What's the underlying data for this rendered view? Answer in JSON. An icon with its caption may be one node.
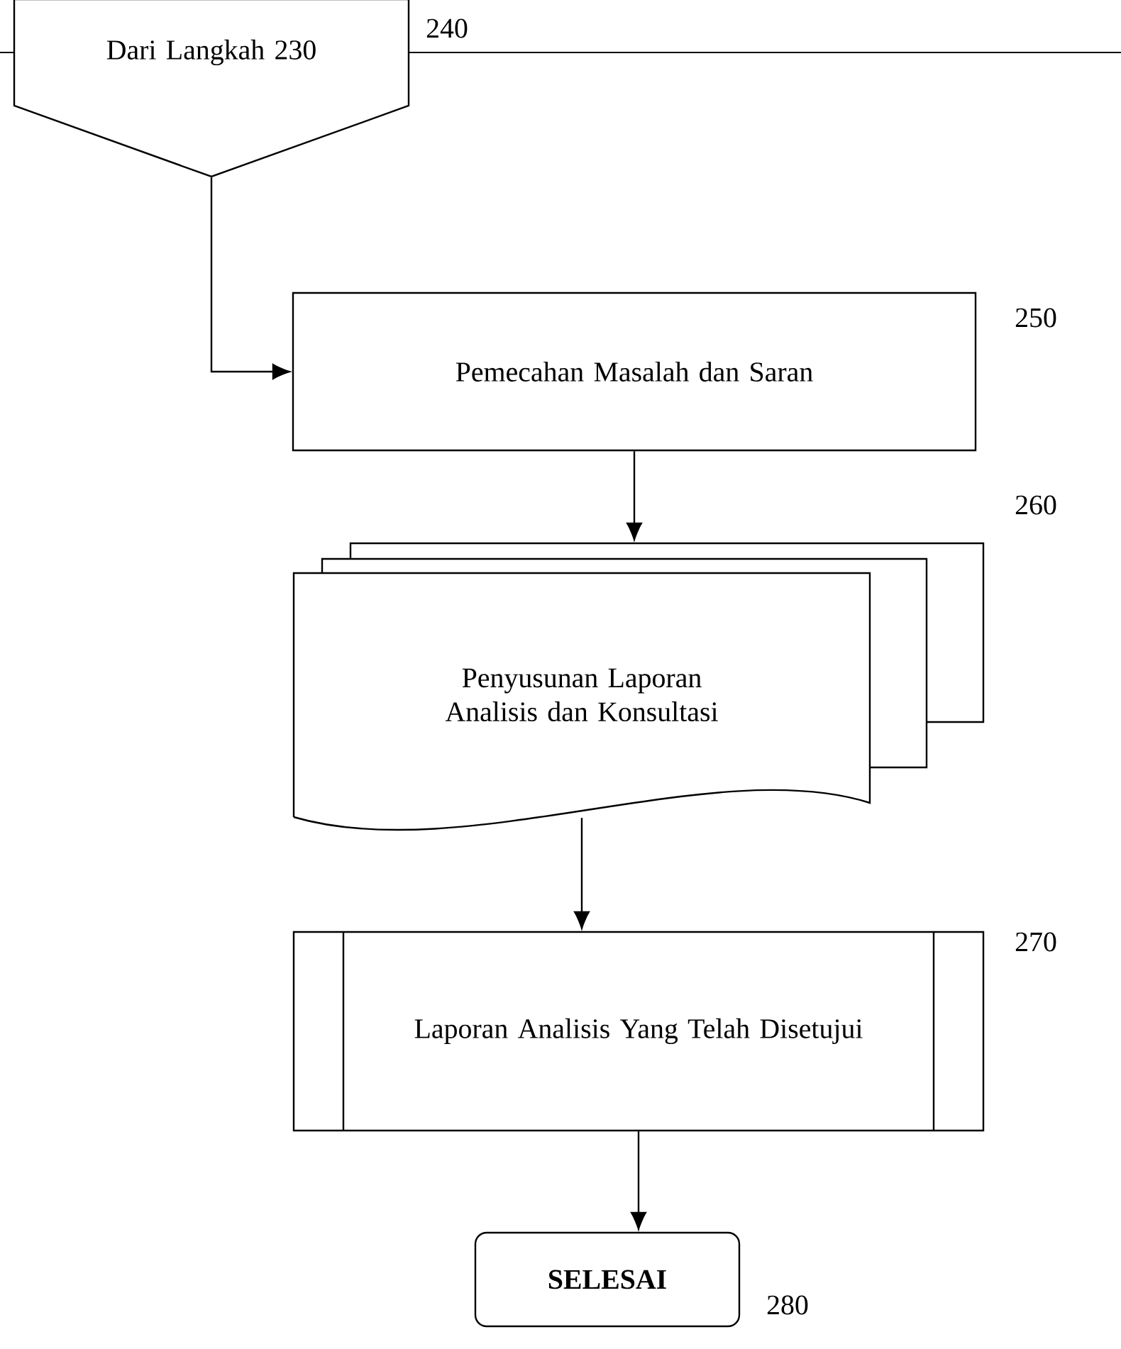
{
  "diagram": {
    "nodes": [
      {
        "text": [
          "Dari Langkah 230"
        ]
      },
      {
        "text": [
          "Pemecahan Masalah dan Saran"
        ]
      },
      {
        "text": [
          "Penyusunan Laporan Analisis dan Konsultasi"
        ]
      },
      {
        "text": [
          "Laporan Analisis Yang Telah Disetujui"
        ]
      },
      {
        "text": [
          "SELESAI"
        ]
      }
    ],
    "edges": [
      {
        "from": 0,
        "to": 1,
        "arrow": "to"
      },
      {
        "from": 1,
        "to": 2,
        "arrow": "to"
      },
      {
        "from": 2,
        "to": 3,
        "arrow": "to"
      },
      {
        "from": 3,
        "to": 4,
        "arrow": "to"
      }
    ],
    "labels": [
      "240",
      "250",
      "260",
      "270",
      "280"
    ]
  }
}
